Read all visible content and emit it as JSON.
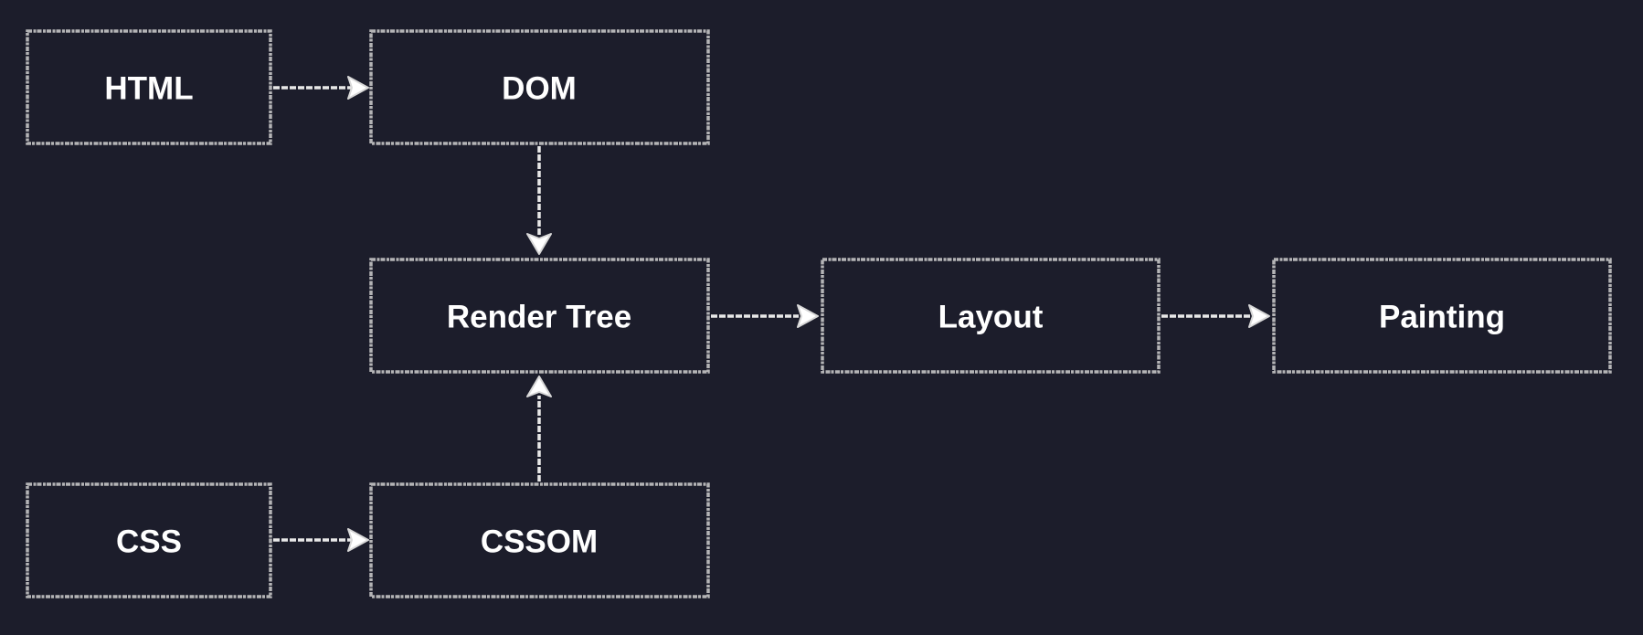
{
  "diagram": {
    "background": "#1c1d2b",
    "stroke_color": "#cfcfcf",
    "text_color": "#ffffff",
    "nodes": {
      "html": "HTML",
      "dom": "DOM",
      "render_tree": "Render Tree",
      "layout": "Layout",
      "painting": "Painting",
      "css": "CSS",
      "cssom": "CSSOM"
    },
    "edges": [
      {
        "from": "HTML",
        "to": "DOM"
      },
      {
        "from": "DOM",
        "to": "Render Tree"
      },
      {
        "from": "CSS",
        "to": "CSSOM"
      },
      {
        "from": "CSSOM",
        "to": "Render Tree"
      },
      {
        "from": "Render Tree",
        "to": "Layout"
      },
      {
        "from": "Layout",
        "to": "Painting"
      }
    ]
  }
}
